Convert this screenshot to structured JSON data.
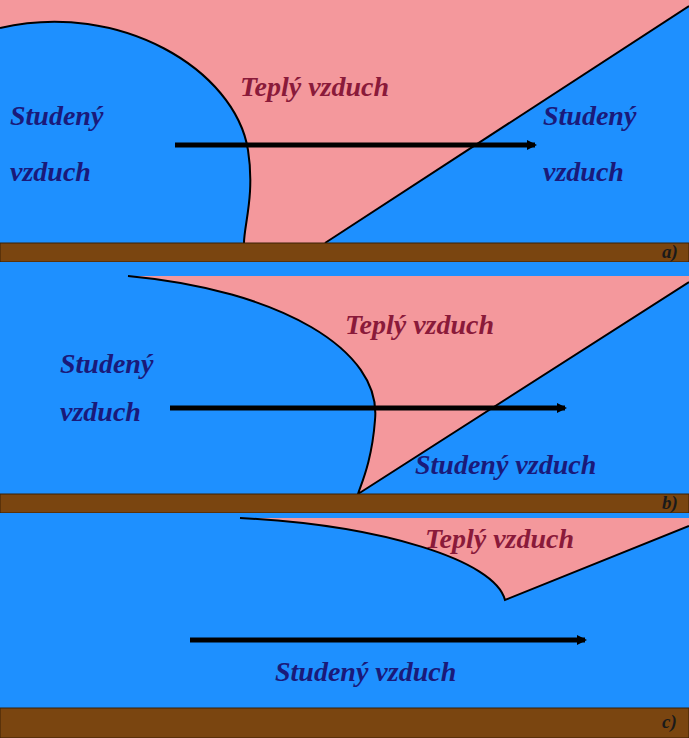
{
  "diagram": {
    "labels": [
      "Studený vzduch",
      "Teplý vzduch",
      "Studený vzduch",
      "a)",
      "Teplý vzduch",
      "Studený vzduch",
      "Studený vzduch",
      "b)",
      "Teplý vzduch",
      "Studený vzduch",
      "c)"
    ]
  }
}
